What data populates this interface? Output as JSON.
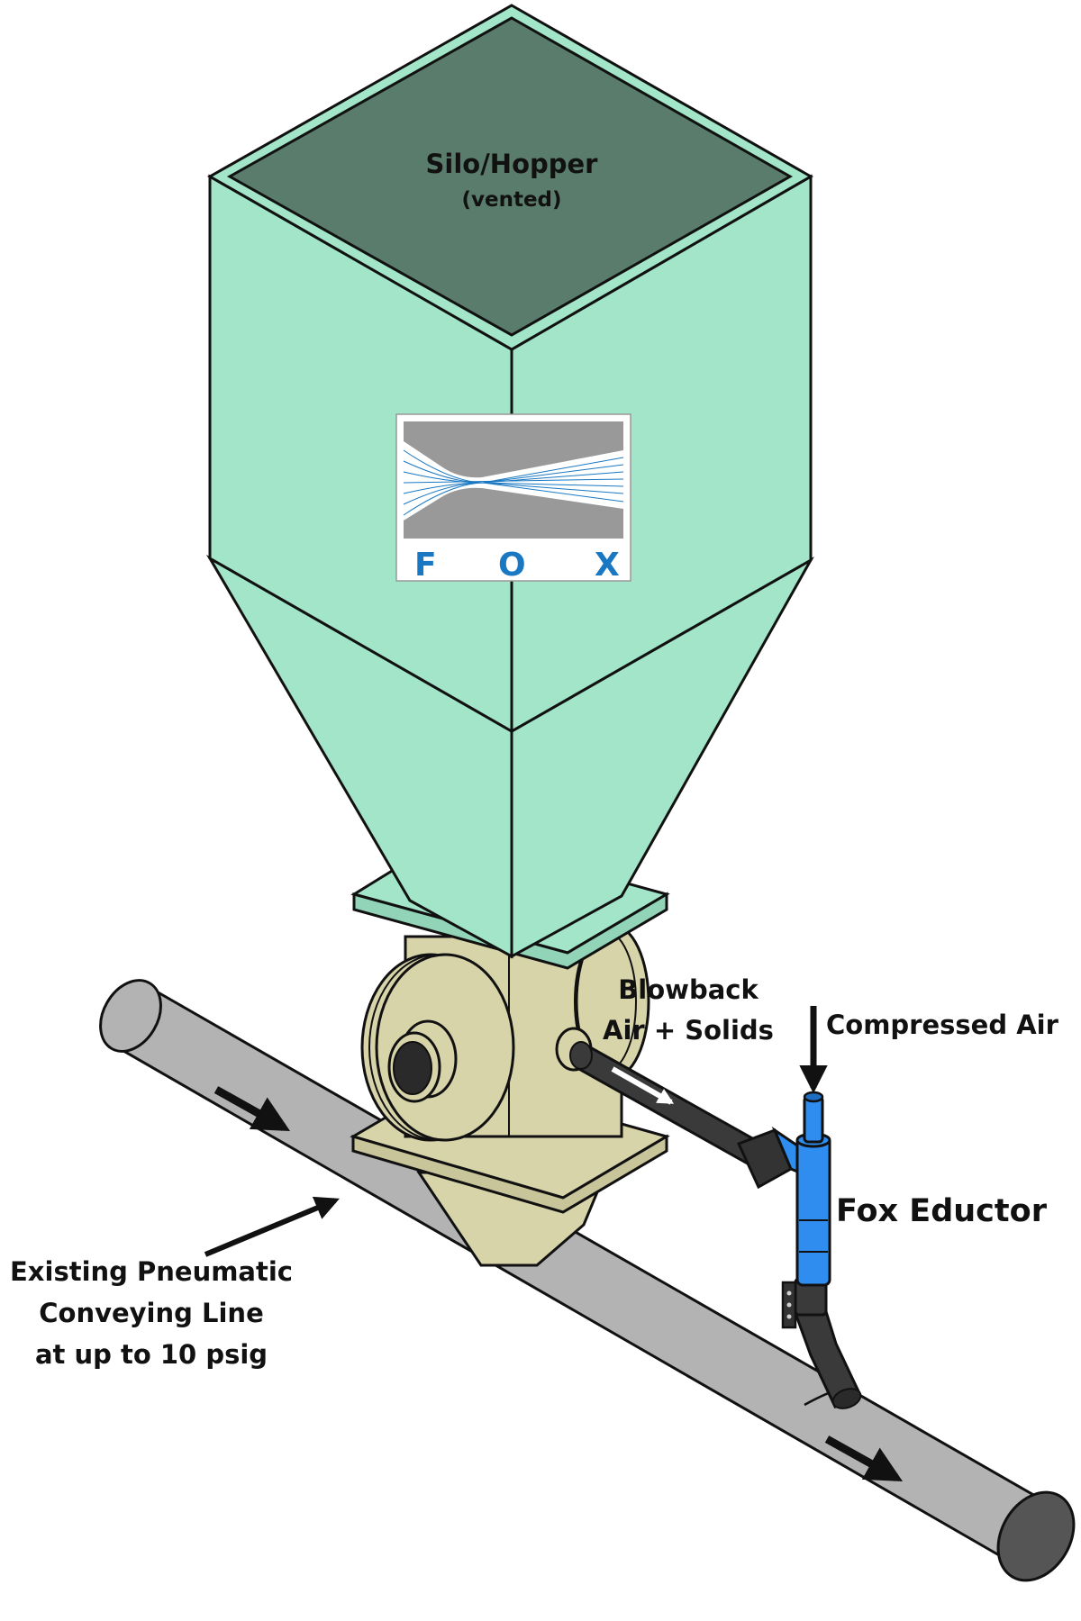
{
  "colors": {
    "hopper_side": "#a3e5c9",
    "hopper_top": "#5a7c6c",
    "valve_body": "#d8d4aa",
    "pipe": "#b3b3b3",
    "pipe_end": "#555555",
    "eductor": "#2f8df0",
    "hose": "#3a3a3a",
    "logo_blue": "#1a78c2",
    "logo_gray": "#999999",
    "outline": "#111111"
  },
  "labels": {
    "hopper_title": "Silo/Hopper",
    "hopper_sub": "(vented)",
    "blowback_1": "Blowback",
    "blowback_2": "Air + Solids",
    "compressed_air": "Compressed Air",
    "eductor": "Fox Eductor",
    "line_1": "Existing Pneumatic",
    "line_2": "Conveying Line",
    "line_3": "at up to 10 psig"
  },
  "logo": {
    "letters": [
      "F",
      "O",
      "X"
    ]
  },
  "icons": {
    "flow_arrow": "flow-arrow-icon",
    "air_arrow": "down-arrow-icon"
  }
}
